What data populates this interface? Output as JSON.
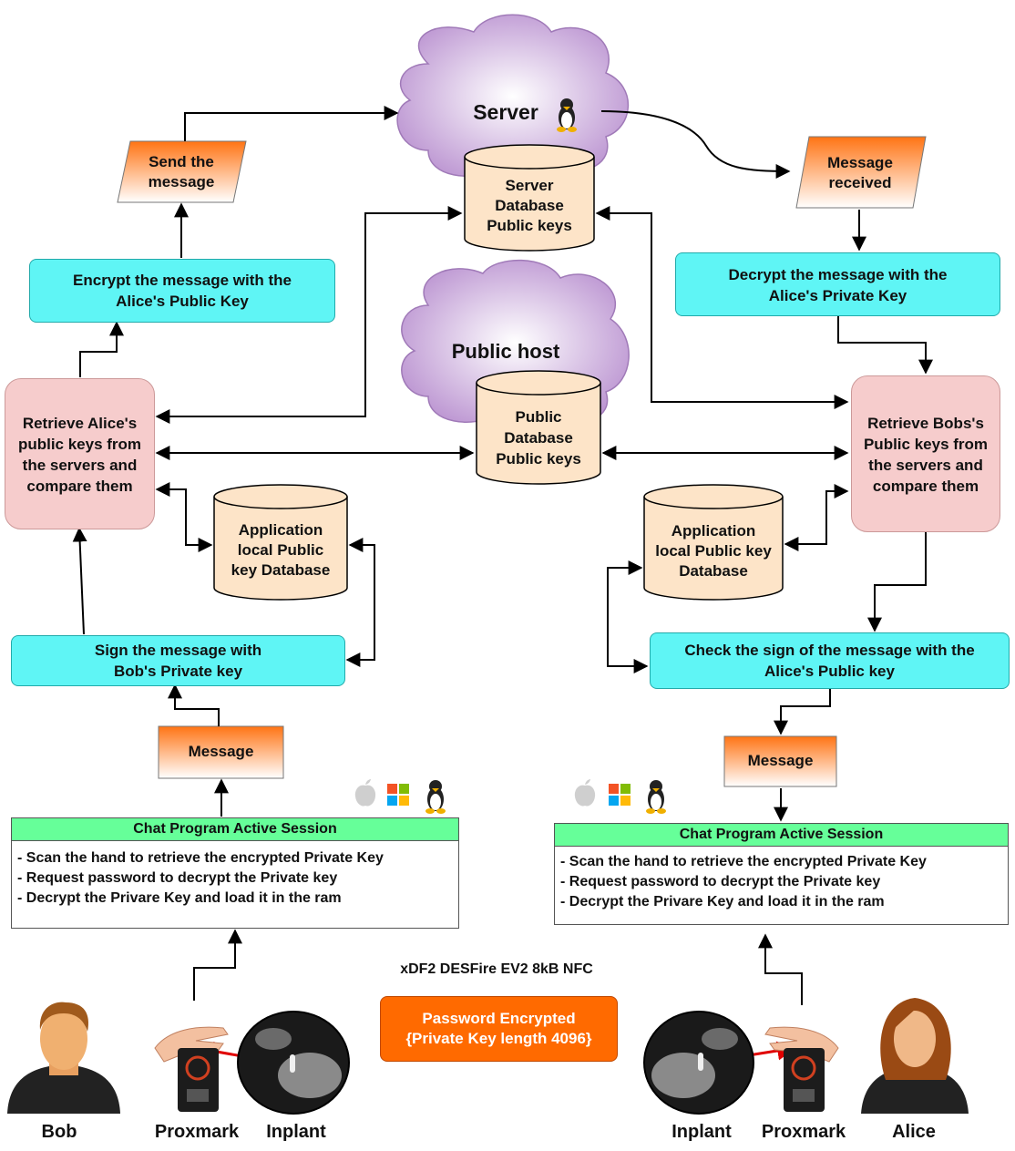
{
  "colors": {
    "cyan_box": "#5ff5f5",
    "pink_box": "#f6cccc",
    "db_fill": "#fde4c8",
    "orange_top": "#ff7a14",
    "orange_bottom": "#ffffff",
    "session_header": "#66ff99",
    "cloud": "#c9a6d6",
    "password_box": "#ff6a00",
    "arrow_red": "#e00000"
  },
  "server": {
    "label": "Server",
    "icon": "linux-penguin-icon"
  },
  "public_host": {
    "label": "Public host"
  },
  "databases": {
    "server_db": "Server\nDatabase\nPublic keys",
    "public_db": "Public\nDatabase\nPublic keys",
    "left_local_db": "Application\nlocal Public\nkey Database",
    "right_local_db": "Application\nlocal Public key\nDatabase"
  },
  "left": {
    "send_message": "Send the\nmessage",
    "encrypt": "Encrypt the message with the\nAlice's Public Key",
    "retrieve": "Retrieve Alice's\npublic keys from\nthe servers and\ncompare them",
    "sign": "Sign the message with\nBob's Private key",
    "message": "Message",
    "session_title": "Chat Program Active Session",
    "session_lines": [
      "- Scan the hand to retrieve the encrypted Private Key",
      "- Request password to decrypt the Private key",
      "- Decrypt the Privare Key and load it in the ram"
    ],
    "person": "Bob",
    "proxmark": "Proxmark",
    "implant": "Inplant",
    "os_icons": [
      "apple-icon",
      "windows-icon",
      "linux-penguin-icon"
    ]
  },
  "right": {
    "message_received": "Message\nreceived",
    "decrypt": "Decrypt the message with the\nAlice's Private Key",
    "retrieve": "Retrieve Bobs's\nPublic keys from\nthe servers and\ncompare them",
    "check_sign": "Check the sign of the message with the\nAlice's Public key",
    "message": "Message",
    "session_title": "Chat Program Active Session",
    "session_lines": [
      "- Scan the hand to retrieve the encrypted Private Key",
      "- Request password to decrypt the Private key",
      "- Decrypt the Privare Key and load it in the ram"
    ],
    "person": "Alice",
    "proxmark": "Proxmark",
    "implant": "Inplant",
    "os_icons": [
      "apple-icon",
      "windows-icon",
      "linux-penguin-icon"
    ]
  },
  "nfc_label": "xDF2 DESFire EV2 8kB NFC",
  "password_box": "Password Encrypted\n{Private Key length 4096}"
}
